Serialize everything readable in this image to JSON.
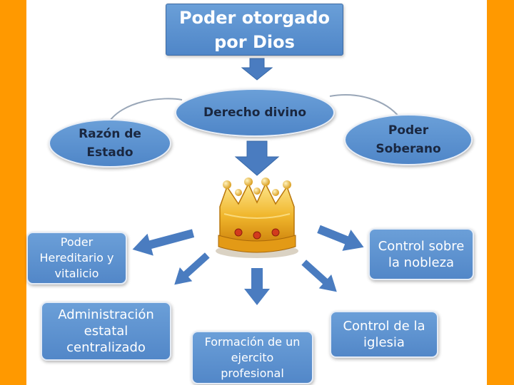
{
  "diagram": {
    "top_box": "Poder otorgado\npor Dios",
    "center_oval": "Derecho divino",
    "left_oval": "Razón de\nEstado",
    "right_oval": "Poder\nSoberano",
    "center_icon": "crown-icon",
    "cards": {
      "hereditario": "Poder\nHereditario y\nvitalicio",
      "nobleza": "Control sobre\nla nobleza",
      "administracion": "Administración\nestatal\ncentralizado",
      "ejercito": "Formación de un\nejercito\nprofesional",
      "iglesia": "Control de la\niglesia"
    },
    "colors": {
      "background_frame": "#ff9900",
      "shape_blue": "#5b8fd0",
      "arrow_blue": "#4a7cc0",
      "crown_gold": "#e8a21a"
    }
  }
}
